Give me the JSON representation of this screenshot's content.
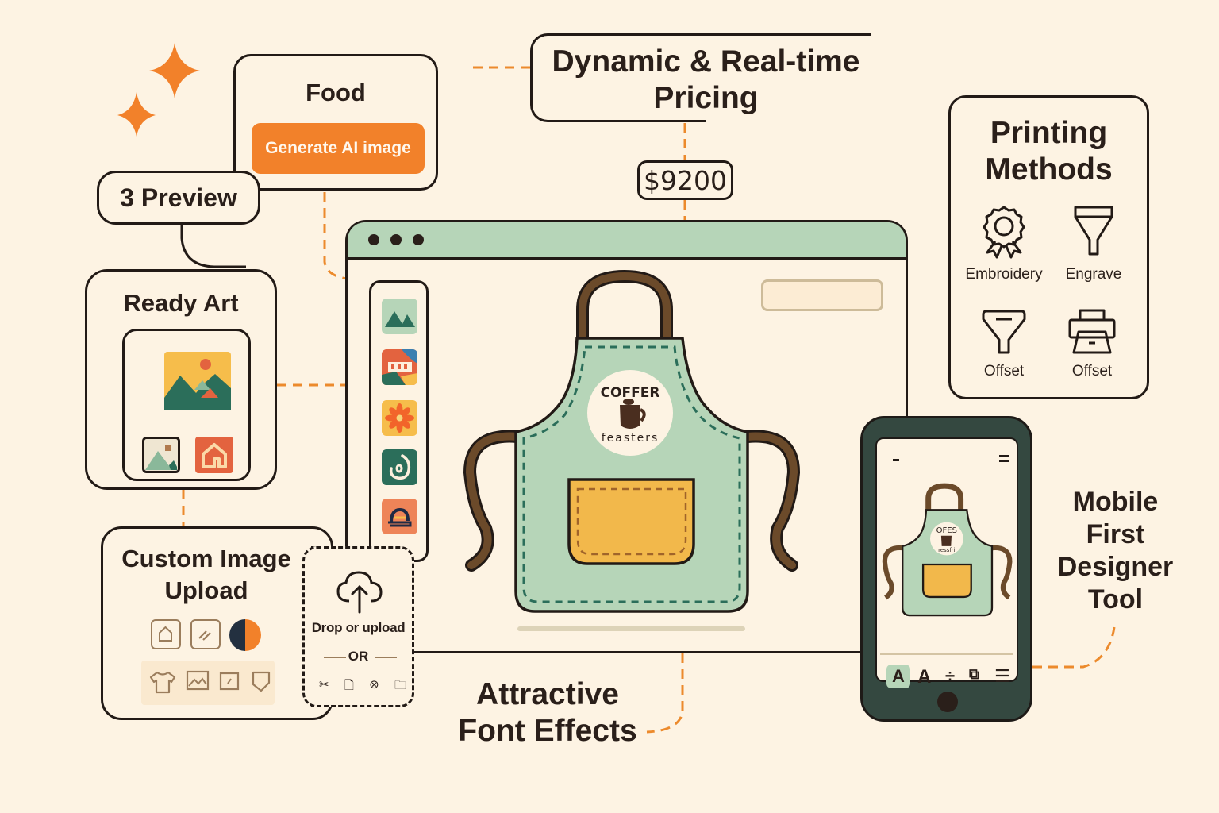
{
  "colors": {
    "background": "#fdf3e3",
    "accent_orange": "#f2812a",
    "ink": "#221a16",
    "sage_green": "#b6d5b8",
    "deep_green": "#2b6e5a",
    "mustard": "#f2b84b",
    "brown_strap": "#6b4a2a",
    "phone_body": "#344840"
  },
  "decor": {
    "sparkles": [
      "sparkle-large",
      "sparkle-small"
    ]
  },
  "food_card": {
    "title": "Food",
    "generate_button": "Generate AI image"
  },
  "preview_pill": {
    "label": "3 Preview"
  },
  "pricing": {
    "title_line1": "Dynamic & Real-time",
    "title_line2": "Pricing",
    "price": "$9200"
  },
  "printing_methods": {
    "title_line1": "Printing",
    "title_line2": "Methods",
    "items": [
      {
        "label": "Embroidery",
        "icon": "rosette-icon"
      },
      {
        "label": "Engrave",
        "icon": "funnel-icon"
      },
      {
        "label": "Offset",
        "icon": "squeegee-icon"
      },
      {
        "label": "Offset",
        "icon": "printer-icon"
      }
    ]
  },
  "ready_art": {
    "title": "Ready Art",
    "thumbnails": [
      "mountain-sun-art",
      "mountain-thumbnail",
      "house-thumbnail"
    ]
  },
  "designer_window": {
    "window_dots": 3,
    "rail_items": [
      {
        "icon": "mountains-tile"
      },
      {
        "icon": "building-tile"
      },
      {
        "icon": "flower-tile"
      },
      {
        "icon": "spiral-tile"
      },
      {
        "icon": "arch-tile"
      }
    ],
    "product": {
      "type": "Apron",
      "logo_top_text": "COFFER",
      "logo_bottom_text": "feasters"
    }
  },
  "custom_upload": {
    "title_line1": "Custom Image",
    "title_line2": "Upload",
    "tools_row1": [
      "home-icon",
      "slash-pattern-icon",
      "color-split-icon"
    ],
    "tools_row2": [
      "tshirt-icon",
      "picture-icon",
      "resize-icon",
      "shield-icon"
    ]
  },
  "dropzone": {
    "text": "Drop or upload",
    "or_label": "OR",
    "sources": [
      "scissors-icon",
      "file-icon",
      "close-circle-icon",
      "folder-icon"
    ]
  },
  "font_effects": {
    "line1": "Attractive",
    "line2": "Font Effects"
  },
  "mobile": {
    "title_line1": "Mobile",
    "title_line2": "First",
    "title_line3": "Designer",
    "title_line4": "Tool",
    "logo_top_text": "OFES",
    "logo_bottom_text": "ressfri",
    "toolbar": [
      {
        "label": "A",
        "active": true
      },
      {
        "label": "A",
        "active": false
      },
      {
        "label": "÷",
        "active": false
      },
      {
        "label": "⧉",
        "active": false
      },
      {
        "label": "☰",
        "active": false
      }
    ]
  }
}
